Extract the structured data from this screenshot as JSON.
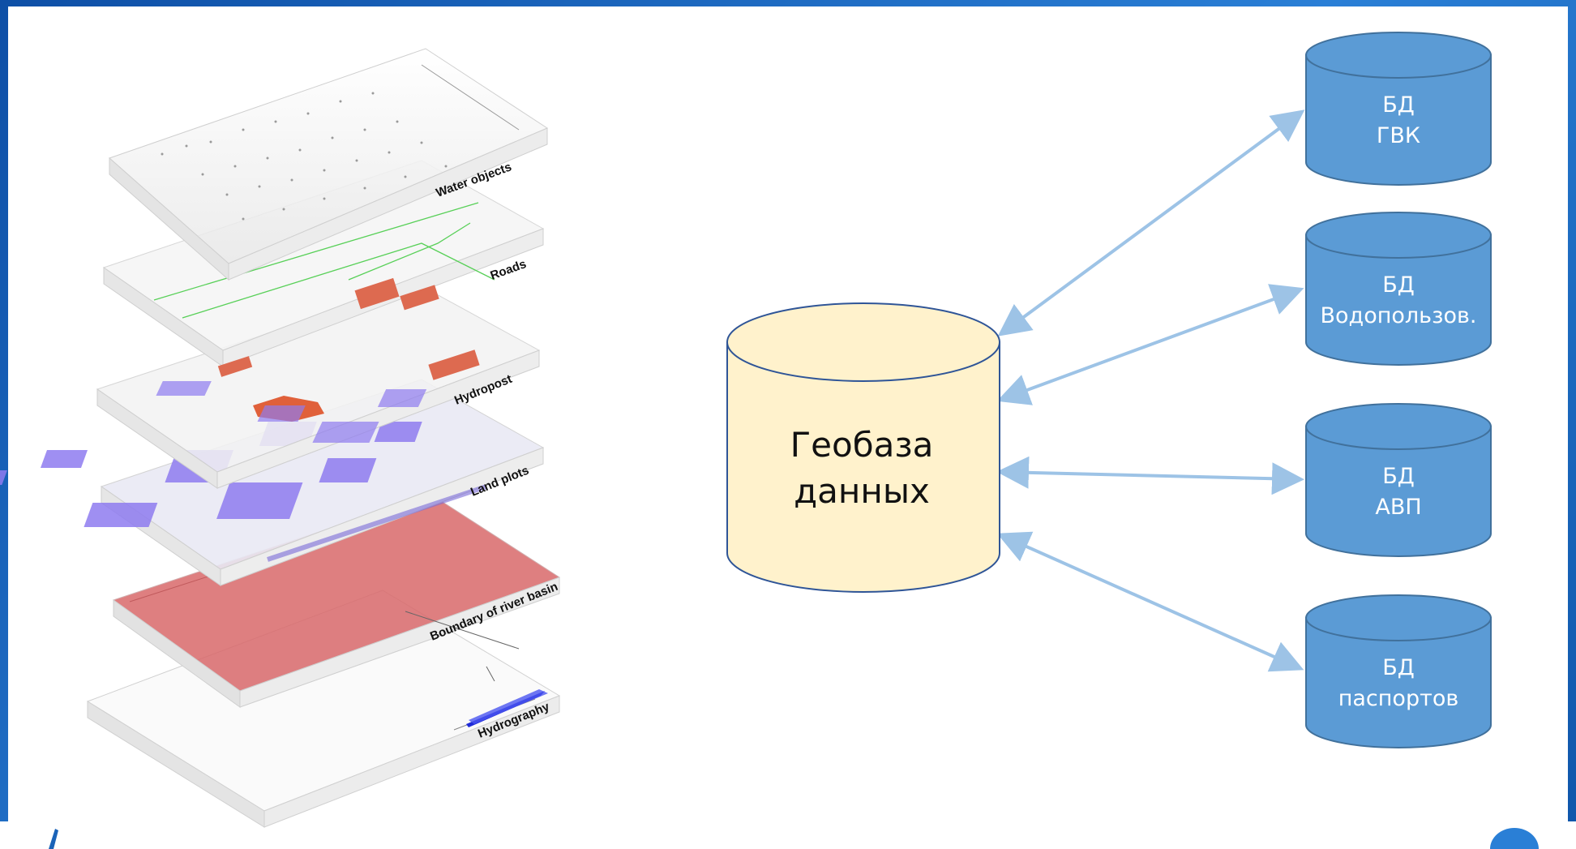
{
  "colors": {
    "frame_blue": "#1a63b8",
    "db_fill": "#5b9bd5",
    "db_stroke": "#41719c",
    "geobase_fill": "#fff2cc",
    "geobase_stroke": "#2f5597",
    "arrow": "#9dc3e6"
  },
  "layers": [
    {
      "label": "Water objects"
    },
    {
      "label": "Roads"
    },
    {
      "label": "Hydropost"
    },
    {
      "label": "Land plots"
    },
    {
      "label": "Boundary of river basin"
    },
    {
      "label": "Hydrography"
    }
  ],
  "geobase": {
    "line1": "Геобаза",
    "line2": "данных"
  },
  "databases": [
    {
      "line1": "БД",
      "line2": "ГВК"
    },
    {
      "line1": "БД",
      "line2": "Водопользов."
    },
    {
      "line1": "БД",
      "line2": "АВП"
    },
    {
      "line1": "БД",
      "line2": "паспортов"
    }
  ]
}
